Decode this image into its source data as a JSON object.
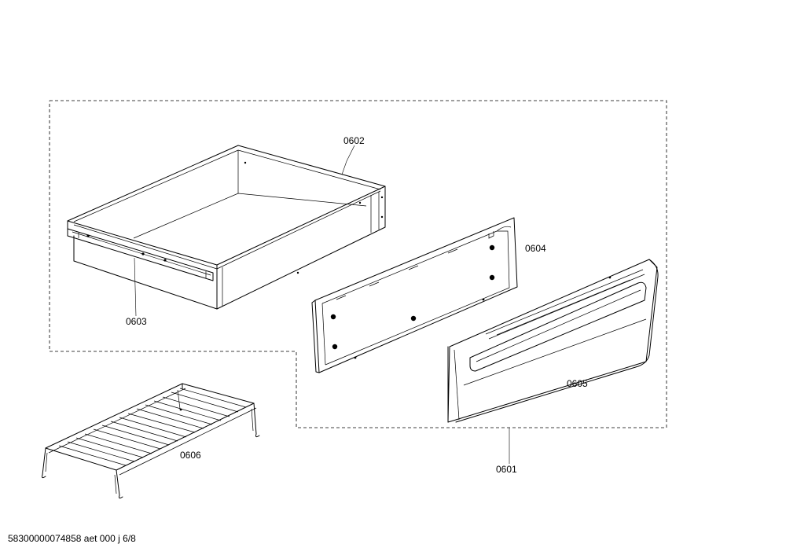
{
  "callouts": {
    "p0601": "0601",
    "p0602": "0602",
    "p0603": "0603",
    "p0604": "0604",
    "p0605": "0605",
    "p0606": "0606"
  },
  "footer": {
    "doc_id": "58300000074858 aet 000 j 6/8"
  }
}
